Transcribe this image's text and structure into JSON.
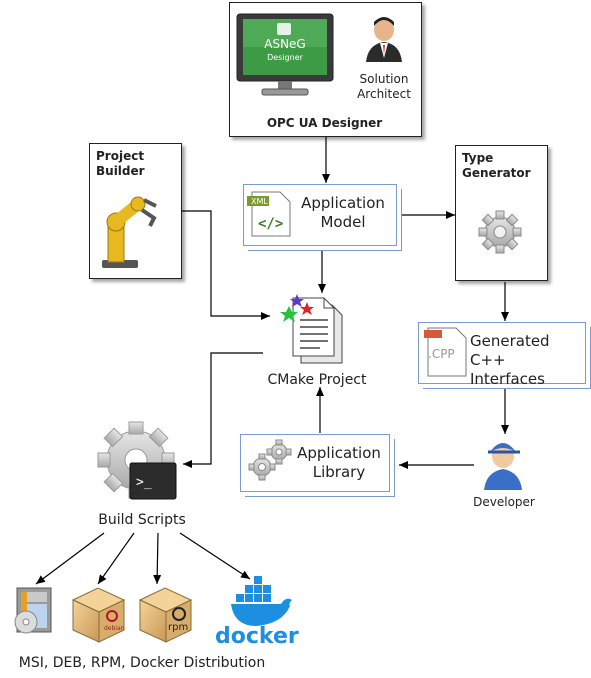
{
  "opc_designer": {
    "title": "OPC UA Designer",
    "monitor_label_line1": "ASNeG",
    "monitor_label_line2": "Designer",
    "architect_label_line1": "Solution",
    "architect_label_line2": "Architect"
  },
  "project_builder": {
    "title_line1": "Project",
    "title_line2": "Builder"
  },
  "type_generator": {
    "title_line1": "Type",
    "title_line2": "Generator"
  },
  "application_model": {
    "line1": "Application",
    "line2": "Model",
    "xml_tag": "XML"
  },
  "generated_interfaces": {
    "line1": "Generated",
    "line2": "C++ Interfaces",
    "icon_text": ".CPP"
  },
  "cmake_project": {
    "label": "CMake Project"
  },
  "application_library": {
    "line1": "Application",
    "line2": "Library"
  },
  "developer": {
    "label": "Developer"
  },
  "build_scripts": {
    "label": "Build Scripts",
    "terminal_glyph": ">_"
  },
  "distribution": {
    "label": "MSI, DEB, RPM, Docker Distribution",
    "deb_text": "debian",
    "rpm_text": "rpm",
    "docker_text": "docker"
  },
  "colors": {
    "box_blue": "#7a9bd0",
    "docker_blue": "#1d8fe1",
    "gear_grey": "#b0b0b0",
    "robot_yellow": "#e8b820"
  }
}
